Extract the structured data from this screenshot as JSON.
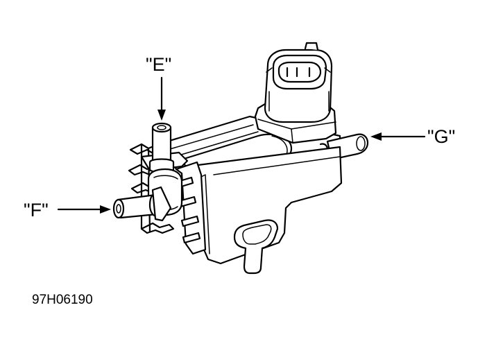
{
  "labels": {
    "e": "\"E\"",
    "f": "\"F\"",
    "g": "\"G\""
  },
  "figure_id": "97H06190",
  "colors": {
    "ink": "#000000",
    "paper": "#ffffff"
  }
}
